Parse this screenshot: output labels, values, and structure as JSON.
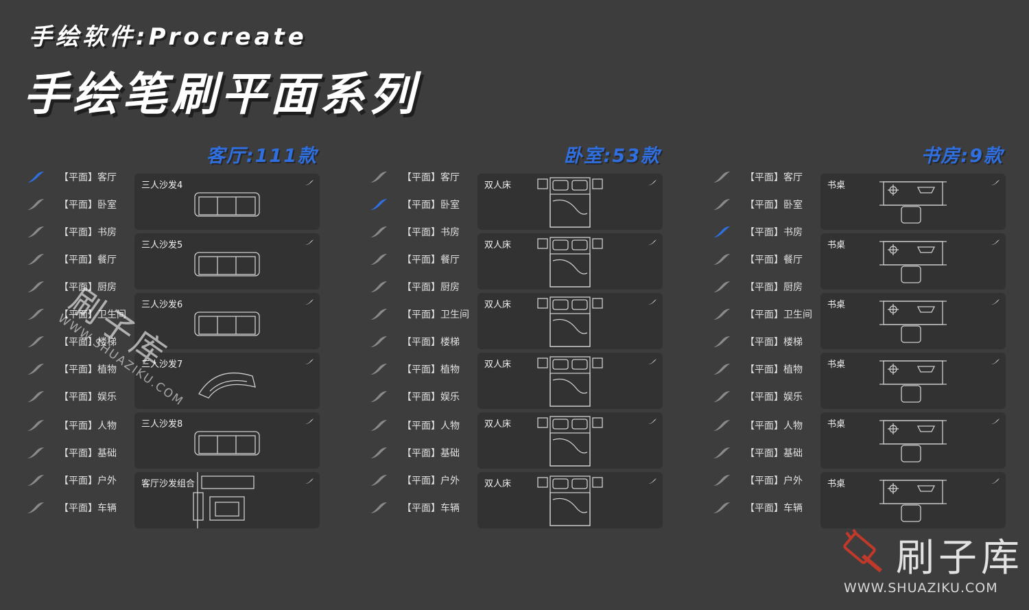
{
  "title": {
    "sub": "手绘软件:Procreate",
    "main": "手绘笔刷平面系列"
  },
  "colors": {
    "background": "#3d3d3e",
    "card": "#323233",
    "accent_blue": "#2f6fe0",
    "brush_inactive": "#8a8a8a",
    "watermark_red": "#c0392b"
  },
  "panels": [
    {
      "heading": "客厅:111款",
      "active_index": 0,
      "categories": [
        "【平面】客厅",
        "【平面】卧室",
        "【平面】书房",
        "【平面】餐厅",
        "【平面】厨房",
        "【平面】卫生间",
        "【平面】楼梯",
        "【平面】植物",
        "【平面】娱乐",
        "【平面】人物",
        "【平面】基础",
        "【平面】户外",
        "【平面】车辆"
      ],
      "brushes": [
        {
          "label": "三人沙发4",
          "icon": "sofa-plan-icon"
        },
        {
          "label": "三人沙发5",
          "icon": "sofa-plan-icon"
        },
        {
          "label": "三人沙发6",
          "icon": "sofa-plan-icon"
        },
        {
          "label": "三人沙发7",
          "icon": "curved-sofa-plan-icon"
        },
        {
          "label": "三人沙发8",
          "icon": "sofa-plan-icon"
        },
        {
          "label": "客厅沙发组合",
          "icon": "sofa-set-plan-icon"
        }
      ]
    },
    {
      "heading": "卧室:53款",
      "active_index": 1,
      "categories": [
        "【平面】客厅",
        "【平面】卧室",
        "【平面】书房",
        "【平面】餐厅",
        "【平面】厨房",
        "【平面】卫生间",
        "【平面】楼梯",
        "【平面】植物",
        "【平面】娱乐",
        "【平面】人物",
        "【平面】基础",
        "【平面】户外",
        "【平面】车辆"
      ],
      "brushes": [
        {
          "label": "双人床",
          "icon": "bed-plan-icon"
        },
        {
          "label": "双人床",
          "icon": "bed-plan-icon"
        },
        {
          "label": "双人床",
          "icon": "bed-plan-icon"
        },
        {
          "label": "双人床",
          "icon": "bed-plan-icon"
        },
        {
          "label": "双人床",
          "icon": "bed-plan-icon"
        },
        {
          "label": "双人床",
          "icon": "bed-plan-icon"
        }
      ]
    },
    {
      "heading": "书房:9款",
      "active_index": 2,
      "categories": [
        "【平面】客厅",
        "【平面】卧室",
        "【平面】书房",
        "【平面】餐厅",
        "【平面】厨房",
        "【平面】卫生间",
        "【平面】楼梯",
        "【平面】植物",
        "【平面】娱乐",
        "【平面】人物",
        "【平面】基础",
        "【平面】户外",
        "【平面】车辆"
      ],
      "brushes": [
        {
          "label": "书桌",
          "icon": "desk-plan-icon"
        },
        {
          "label": "书桌",
          "icon": "desk-plan-icon"
        },
        {
          "label": "书桌",
          "icon": "desk-plan-icon"
        },
        {
          "label": "书桌",
          "icon": "desk-plan-icon"
        },
        {
          "label": "书桌",
          "icon": "desk-plan-icon"
        },
        {
          "label": "书桌",
          "icon": "desk-plan-icon"
        }
      ]
    }
  ],
  "watermark": {
    "name": "刷子库",
    "url": "WWW.SHUAZIKU.COM",
    "diag_url": "WWW.SHUAZIKU.COM"
  }
}
